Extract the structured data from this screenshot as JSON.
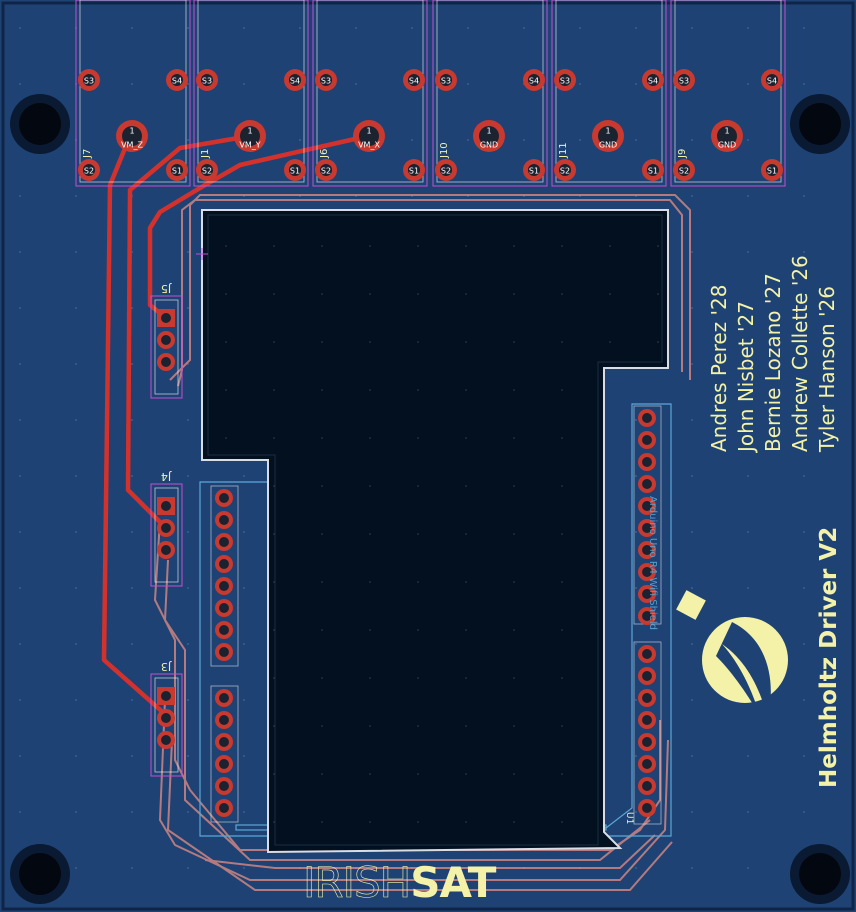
{
  "colors": {
    "board": "#1e4274",
    "board_edge": "#0f2547",
    "cutout": "#03101f",
    "silk": "#f3f2a8",
    "pad": "#c8392f",
    "trace_top": "#d3322c",
    "trace_bottom": "#e58f84",
    "courtyard": "#c44fd1",
    "fab": "#5aa8d6"
  },
  "pads_icon": "pcb-pad-icon",
  "logo_icon": "irishsat-leaf-logo-icon",
  "title": "Helmholtz Driver V2",
  "brand": {
    "part1": "IRISH",
    "part2": "SAT"
  },
  "authors": [
    "Andres Perez '28",
    "John Nisbet '27",
    "Bernie Lozano '27",
    "Andrew Collette '26",
    "Tyler Hanson '26"
  ],
  "shield_label": "Arduino Uno R4 Wifi Shield",
  "connectors": [
    {
      "ref": "J7",
      "center": "VM_Z"
    },
    {
      "ref": "J1",
      "center": "VM_Y"
    },
    {
      "ref": "J6",
      "center": "VM_X"
    },
    {
      "ref": "J10",
      "center": "GND"
    },
    {
      "ref": "J11",
      "center": "GND"
    },
    {
      "ref": "J9",
      "center": "GND"
    }
  ],
  "pin_labels": {
    "s1": "S1",
    "s2": "S2",
    "s3": "S3",
    "s4": "S4",
    "center_pin": "1"
  },
  "headers": [
    {
      "ref": "J5"
    },
    {
      "ref": "J4"
    },
    {
      "ref": "J3"
    }
  ],
  "ref_u1": "U1"
}
